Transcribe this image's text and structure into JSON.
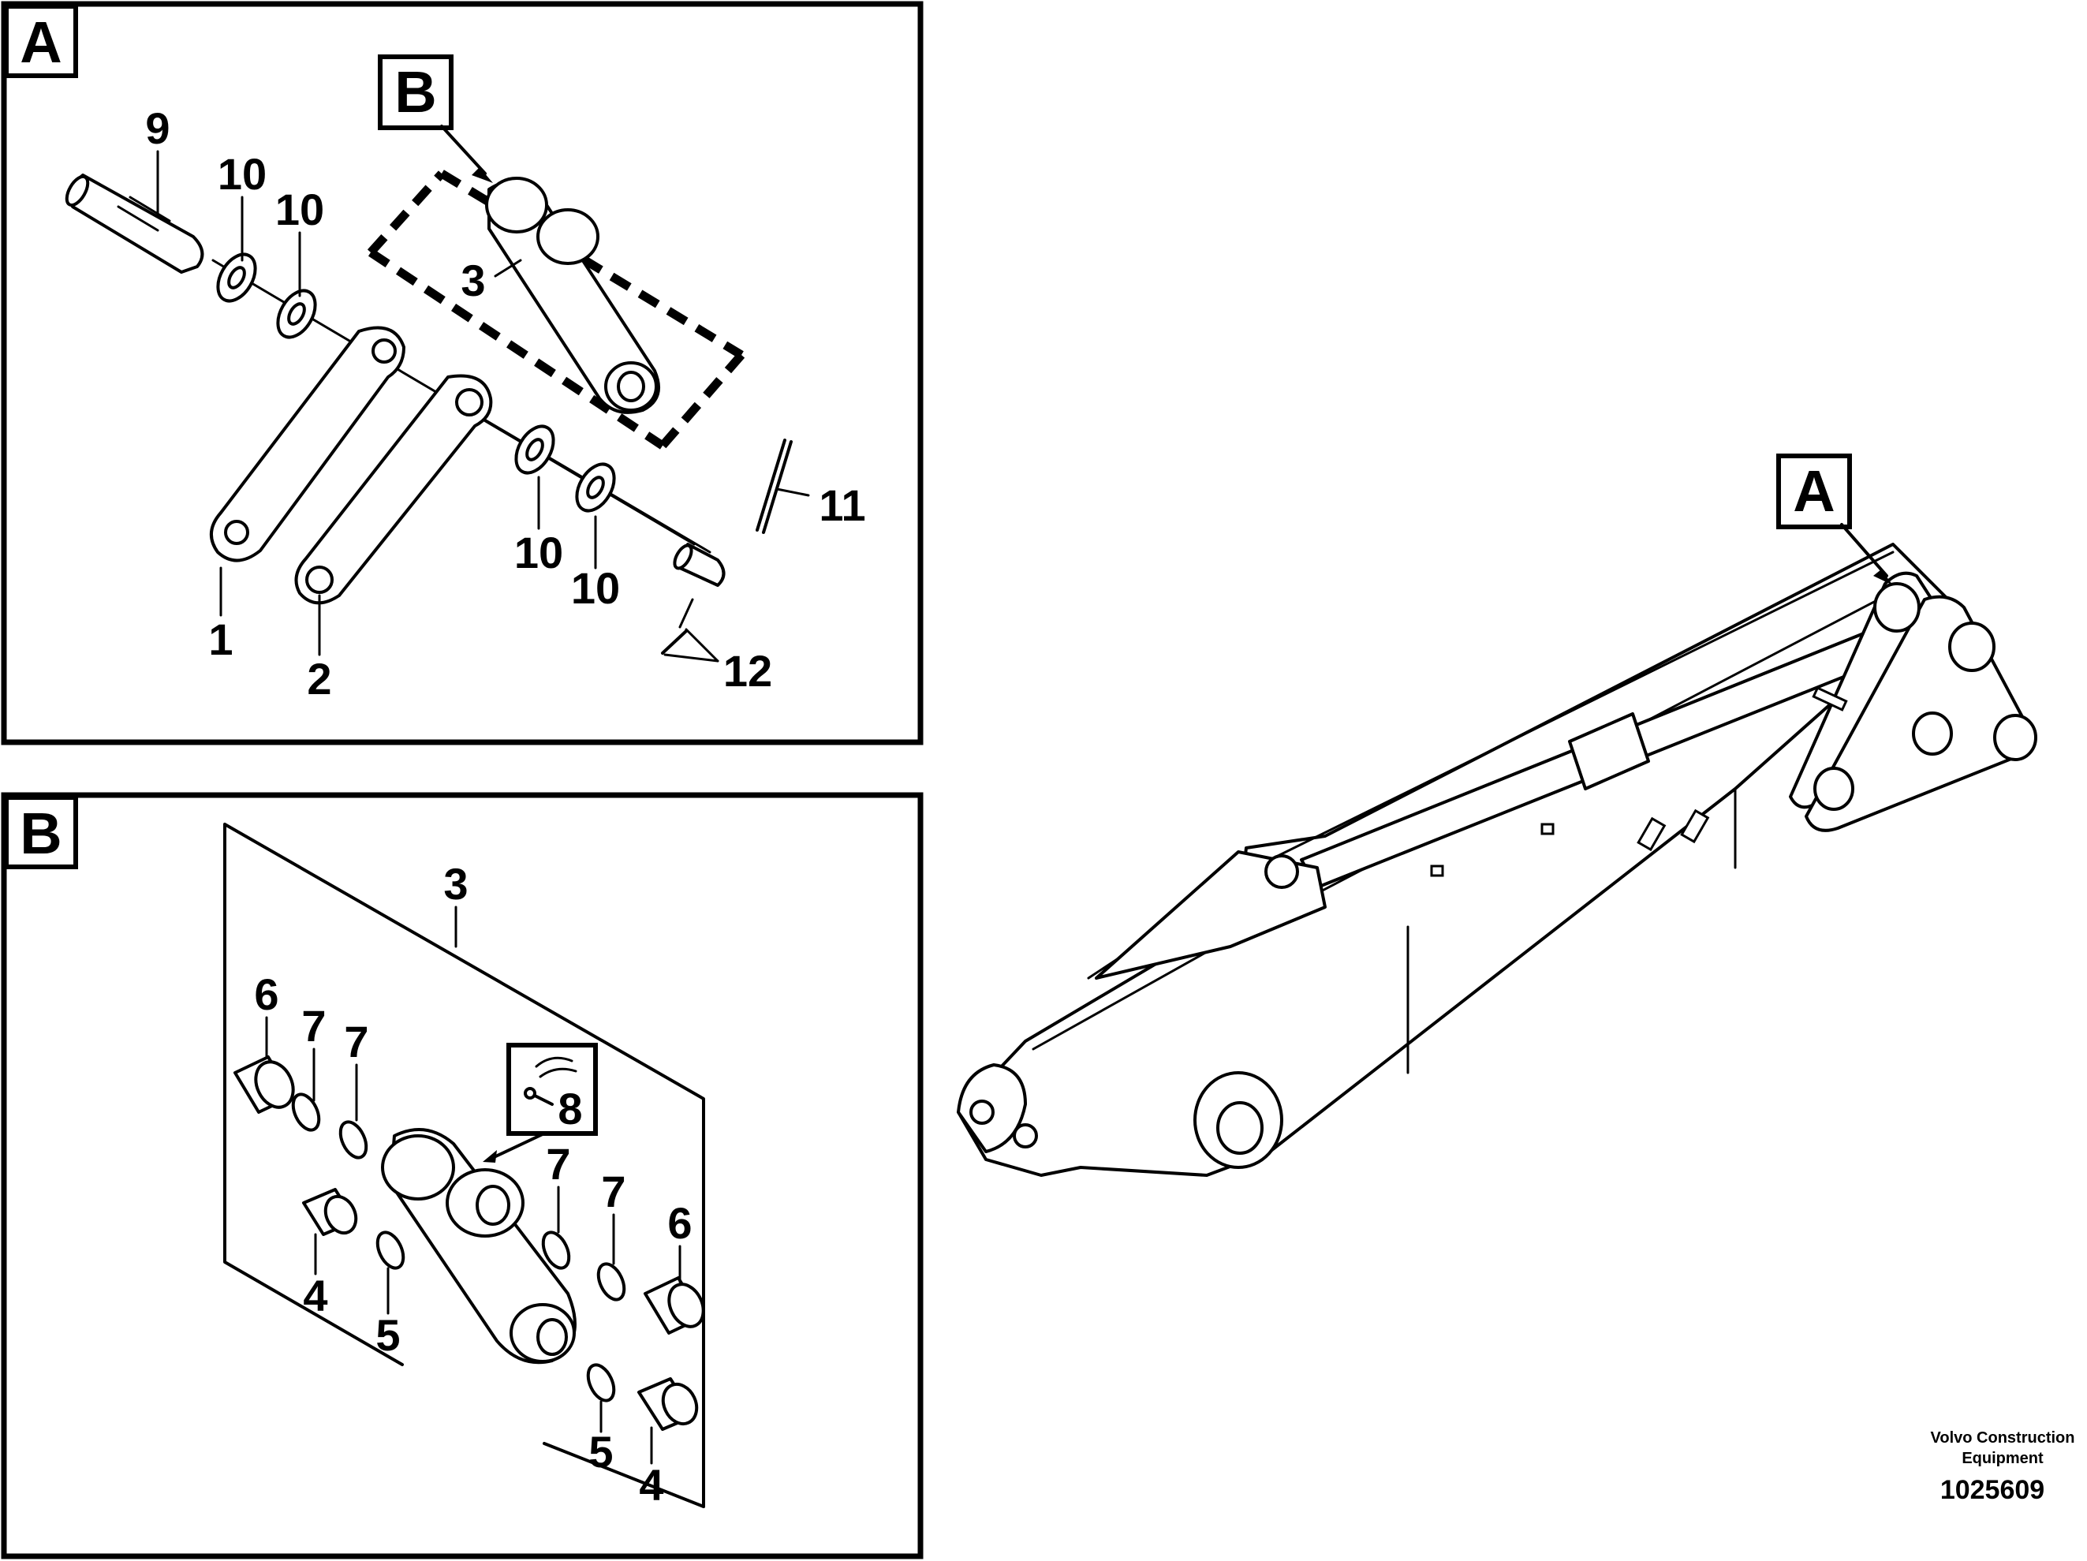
{
  "views": {
    "a": {
      "letter": "A"
    },
    "b": {
      "letter": "B"
    }
  },
  "main_view": {
    "letter": "A"
  },
  "callouts": {
    "a_9": "9",
    "a_10_1": "10",
    "a_10_2": "10",
    "a_10_3": "10",
    "a_10_4": "10",
    "a_3": "3",
    "a_11": "11",
    "a_12": "12",
    "a_1": "1",
    "a_2": "2",
    "b_3": "3",
    "b_6_1": "6",
    "b_7_1": "7",
    "b_7_2": "7",
    "b_8": "8",
    "b_7_3": "7",
    "b_7_4": "7",
    "b_6_2": "6",
    "b_4_1": "4",
    "b_5_1": "5",
    "b_5_2": "5",
    "b_4_2": "4"
  },
  "footer": {
    "company": "Volvo Construction Equipment",
    "number": "1025609"
  }
}
